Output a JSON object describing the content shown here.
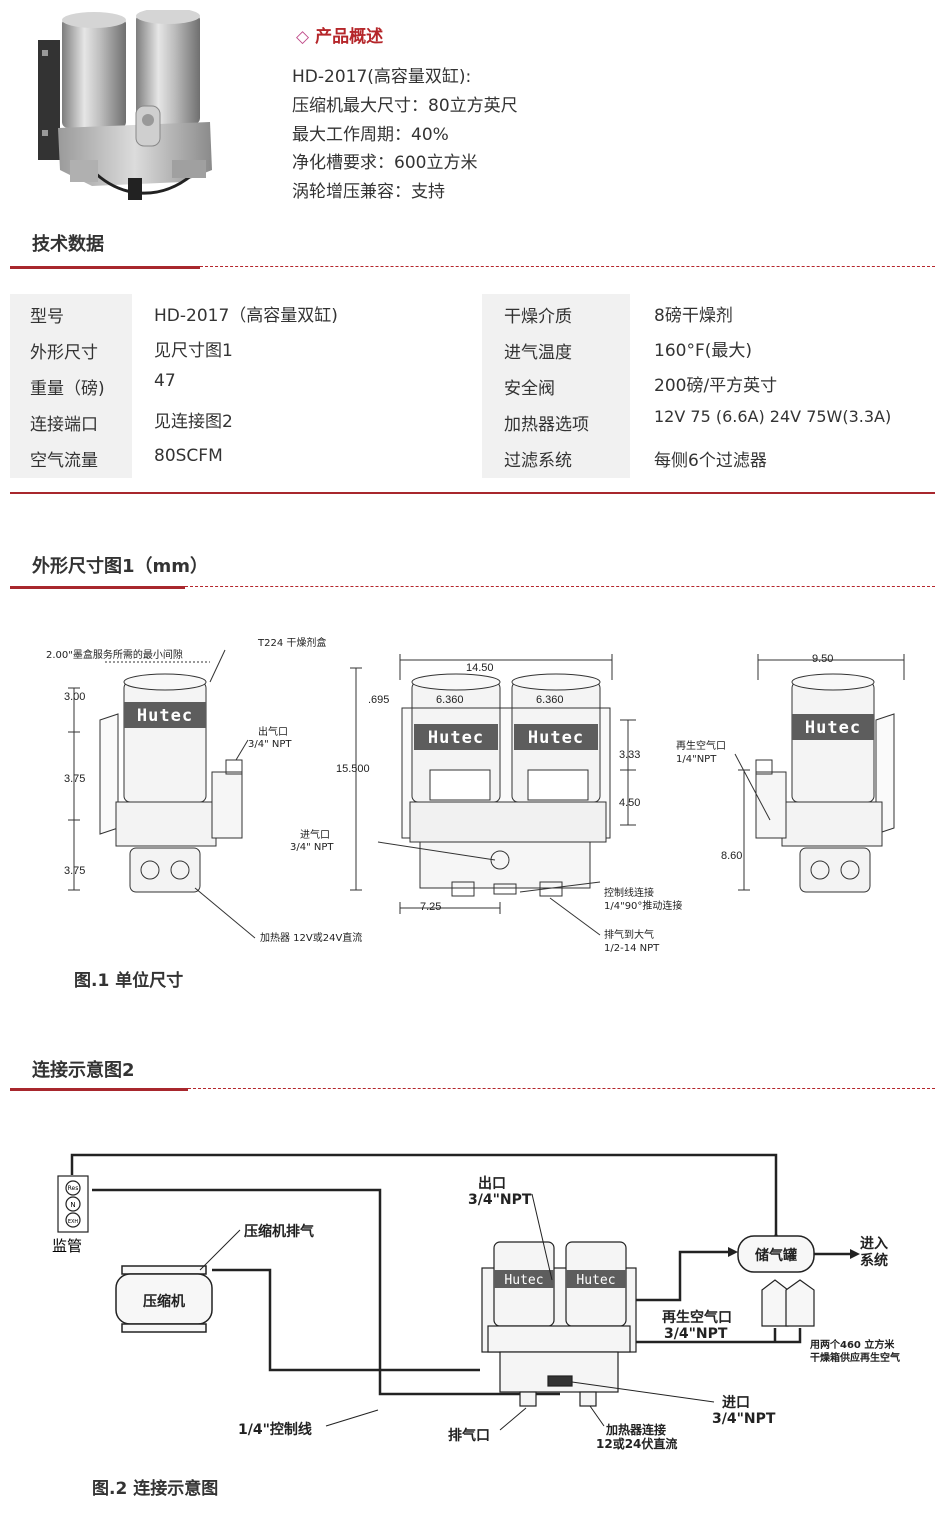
{
  "overview": {
    "title": "产品概述",
    "lines": [
      "HD-2017(高容量双缸):",
      "压缩机最大尺寸：80立方英尺",
      "最大工作周期：40%",
      "净化槽要求：600立方米",
      "涡轮增压兼容：支持"
    ]
  },
  "sections": {
    "tech": "技术数据",
    "dims": "外形尺寸图1（mm）",
    "conn": "连接示意图2"
  },
  "specs": {
    "left": [
      {
        "label": "型号",
        "value": "HD-2017（高容量双缸)"
      },
      {
        "label": "外形尺寸",
        "value": "见尺寸图1"
      },
      {
        "label": "重量（磅)",
        "value": "47"
      },
      {
        "label": "连接端口",
        "value": "见连接图2"
      },
      {
        "label": "空气流量",
        "value": "80SCFM"
      }
    ],
    "right": [
      {
        "label": "干燥介质",
        "value": "8磅干燥剂"
      },
      {
        "label": "进气温度",
        "value": "160°F(最大)"
      },
      {
        "label": "安全阀",
        "value": "200磅/平方英寸"
      },
      {
        "label": "加热器选项",
        "value": "12V 75 (6.6A)   24V 75W(3.3A)"
      },
      {
        "label": "过滤系统",
        "value": "每侧6个过滤器"
      }
    ]
  },
  "fig1": {
    "caption": "图.1  单位尺寸",
    "brand": "Hutec",
    "labels": {
      "clearance": "2.00\"墨盒服务所需的最小间隙",
      "cartridge": "T224 干燥剂盒",
      "outlet": "出气口",
      "outlet_size": "3/4\" NPT",
      "inlet": "进气口",
      "inlet_size": "3/4\" NPT",
      "heater": "加热器  12V或24V直流",
      "control": "控制线连接",
      "control_size": "1/4\"90°推动连接",
      "exhaust": "排气到大气",
      "exhaust_size": "1/2-14 NPT",
      "regen": "再生空气口",
      "regen_size": "1/4\"NPT"
    },
    "dims": {
      "d300": "3.00",
      "d375a": "3.75",
      "d375b": "3.75",
      "d1450": "14.50",
      "d695": ".695",
      "d6360a": "6.360",
      "d6360b": "6.360",
      "d15500": "15.500",
      "d333": "3.33",
      "d450": "4.50",
      "d725": "7.25",
      "d950": "9.50",
      "d860": "8.60"
    }
  },
  "fig2": {
    "caption": "图.2  连接示意图",
    "brand": "Hutec",
    "labels": {
      "monitor": "监管",
      "res": "Res",
      "n": "N",
      "exh": "EXH",
      "comp_exhaust": "压缩机排气",
      "compressor": "压缩机",
      "control_line": "1/4\"控制线",
      "exhaust_port": "排气口",
      "outlet": "出口",
      "outlet_size": "3/4\"NPT",
      "tank": "储气罐",
      "into_system_1": "进入",
      "into_system_2": "系统",
      "regen": "再生空气口",
      "regen_size": "3/4\"NPT",
      "purge_1": "用两个460 立方米",
      "purge_2": "干燥箱供应再生空气",
      "inlet": "进口",
      "inlet_size": "3/4\"NPT",
      "heater_1": "加热器连接",
      "heater_2": "12或24伏直流"
    }
  },
  "colors": {
    "accent": "#a8272d",
    "title_red": "#b5262a",
    "band": "#f1f1f1"
  }
}
